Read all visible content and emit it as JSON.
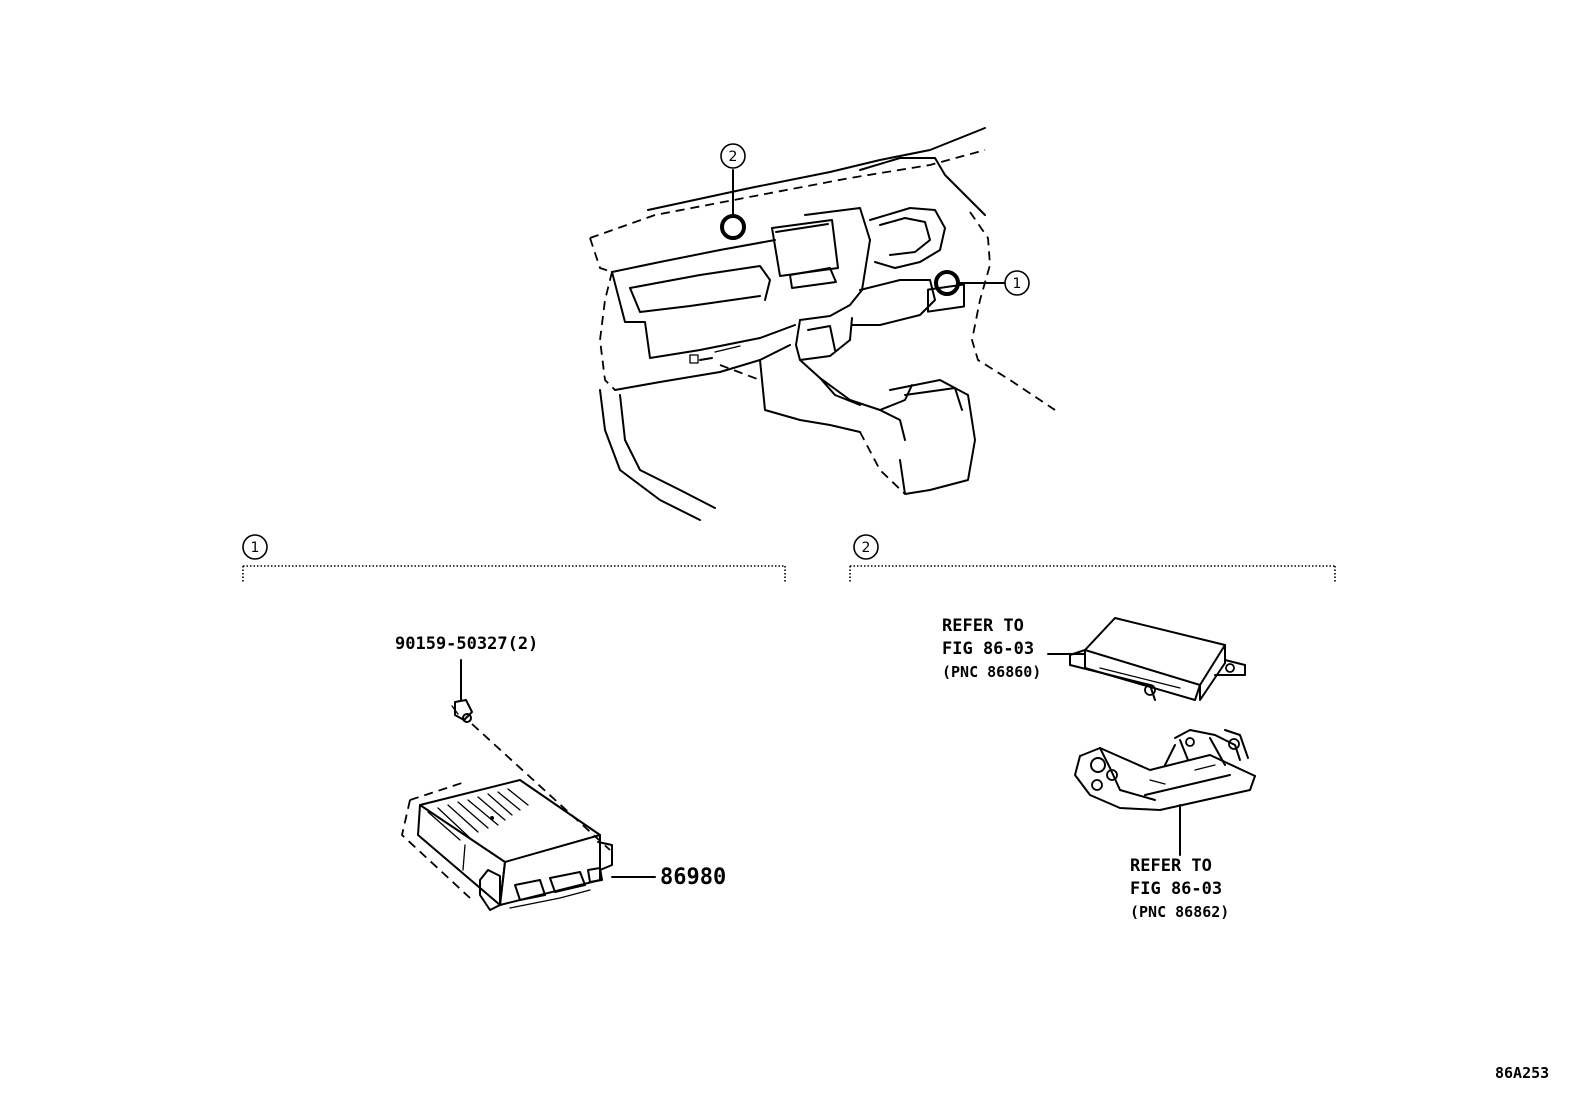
{
  "callouts": {
    "one": "1",
    "two": "2"
  },
  "section_1": {
    "bolt_part": "90159-50327(2)",
    "module_part": "86980"
  },
  "section_2": {
    "ref_upper": {
      "line1": "REFER TO",
      "line2": "FIG 86-03",
      "line3": "(PNC 86860)"
    },
    "ref_lower": {
      "line1": "REFER TO",
      "line2": "FIG 86-03",
      "line3": "(PNC 86862)"
    }
  },
  "figure_code": "86A253"
}
